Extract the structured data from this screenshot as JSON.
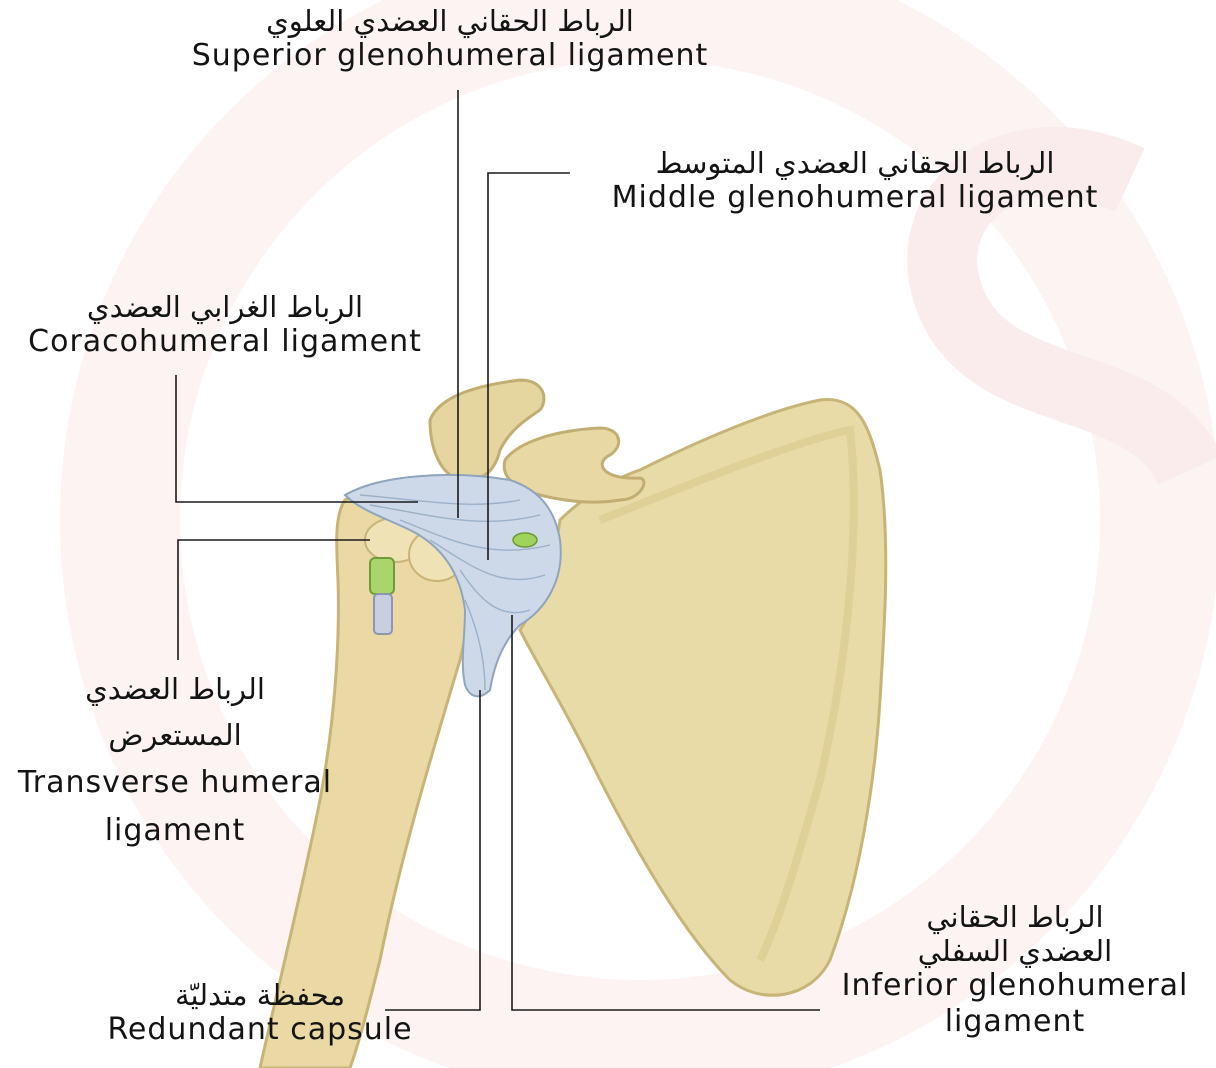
{
  "labels": {
    "superior": {
      "ar": "الرباط الحقاني العضدي العلوي",
      "en": "Superior glenohumeral ligament"
    },
    "middle": {
      "ar": "الرباط الحقاني العضدي المتوسط",
      "en": "Middle glenohumeral ligament"
    },
    "coracohumeral": {
      "ar": "الرباط الغرابي العضدي",
      "en": "Coracohumeral ligament"
    },
    "transverse": {
      "ar_line1": "الرباط العضدي",
      "ar_line2": "المستعرض",
      "en_line1": "Transverse humeral",
      "en_line2": "ligament"
    },
    "redundant": {
      "ar": "محفظة متدليّة",
      "en": "Redundant capsule"
    },
    "inferior": {
      "ar_line1": "الرباط الحقاني",
      "ar_line2": "العضدي السفلي",
      "en_line1": "Inferior glenohumeral",
      "en_line2": "ligament"
    }
  },
  "colors": {
    "bone": "#e9dcaa",
    "bone_shadow": "#c9b77c",
    "ligament": "#c9d6e6",
    "ligament_stroke": "#8fa4bd",
    "tendon_green": "#a8d66a",
    "leader_line": "#1a1a1a",
    "watermark": "#f7e1e1"
  }
}
